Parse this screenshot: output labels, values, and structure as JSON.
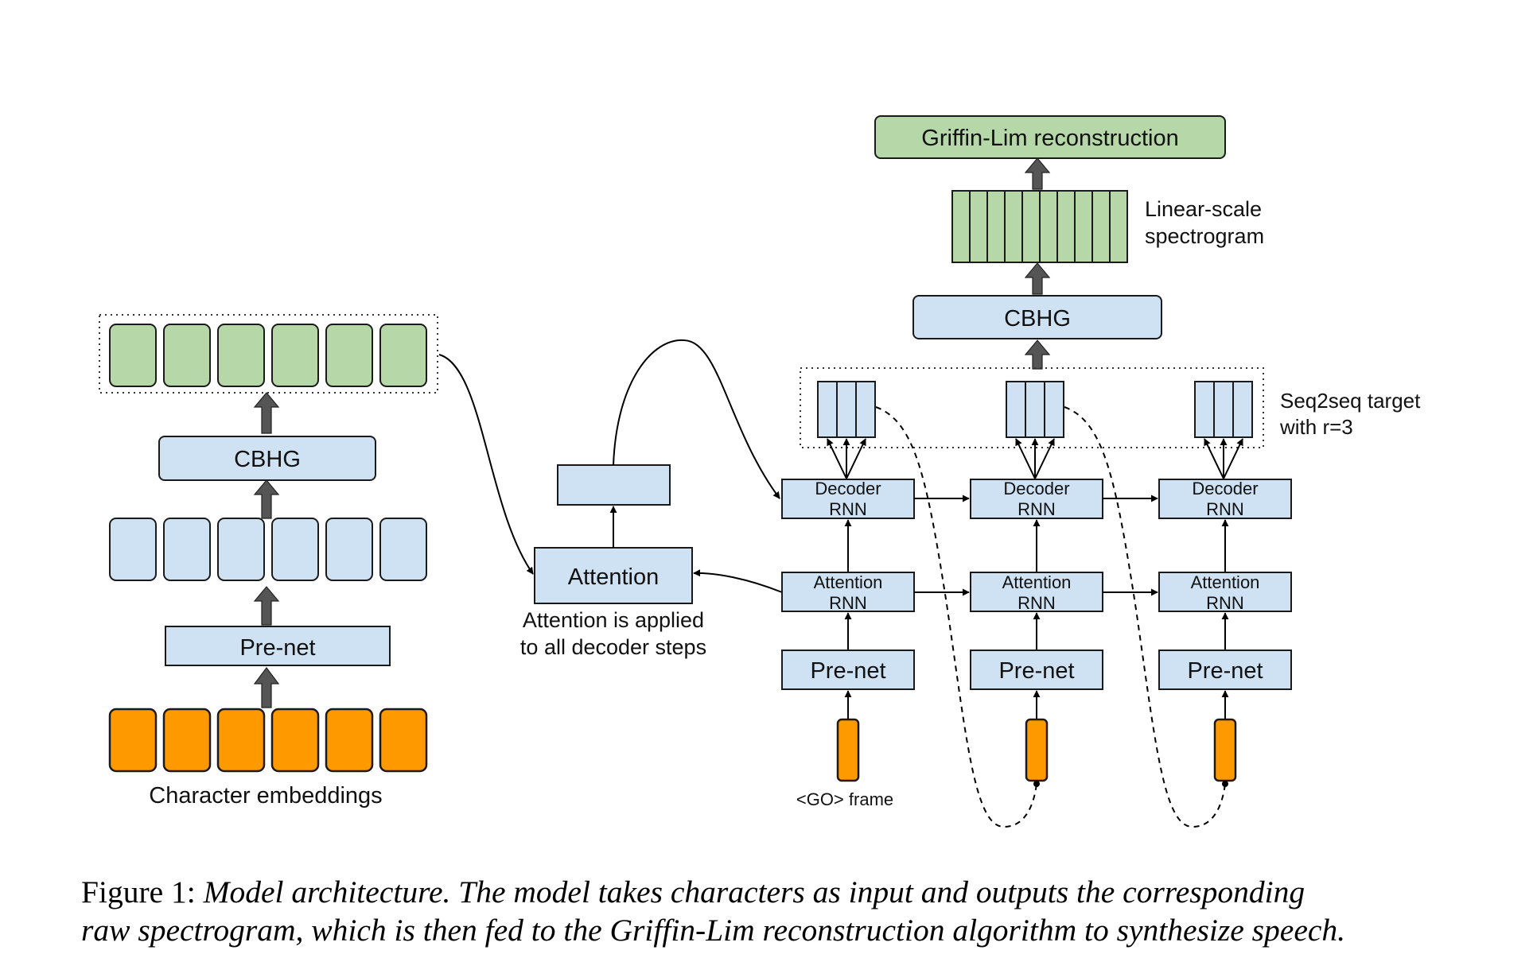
{
  "labels": {
    "griffin_lim": "Griffin-Lim reconstruction",
    "linear_line1": "Linear-scale",
    "linear_line2": "spectrogram",
    "cbhg_decoder": "CBHG",
    "cbhg_encoder": "CBHG",
    "seq2seq_line1": "Seq2seq target",
    "seq2seq_line2": "with r=3",
    "decoder_line1": "Decoder",
    "decoder_line2": "RNN",
    "attention_rnn_line1": "Attention",
    "attention_rnn_line2": "RNN",
    "prenet": "Pre-net",
    "go_frame": "<GO> frame",
    "attention": "Attention",
    "attention_note_line1": "Attention is applied",
    "attention_note_line2": "to all decoder steps",
    "char_embeddings": "Character embeddings"
  },
  "caption": {
    "prefix": "Figure 1: ",
    "line1": "Model architecture.  The model takes characters as input and outputs the corresponding",
    "line2": "raw spectrogram, which is then fed to the Griffin-Lim reconstruction algorithm to synthesize speech."
  },
  "colors": {
    "blue": "#cfe2f3",
    "green": "#b6d7a8",
    "orange": "#ff9900"
  }
}
